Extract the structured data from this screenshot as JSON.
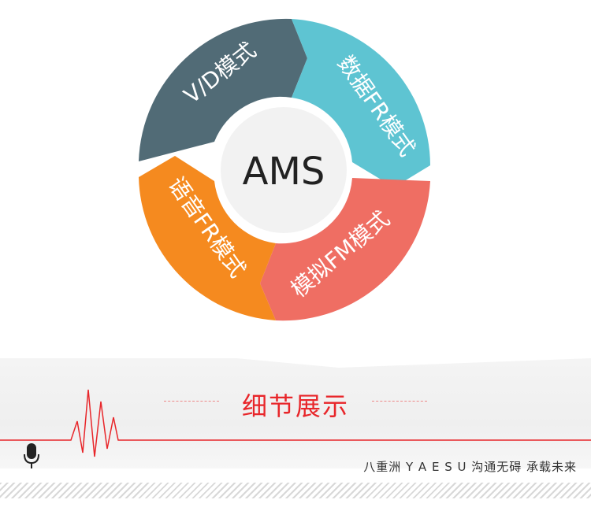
{
  "diagram": {
    "center_label": "AMS",
    "segments": [
      {
        "label": "V/D模式",
        "color": "#516b76"
      },
      {
        "label": "数据FR模式",
        "color": "#5ec4d2"
      },
      {
        "label": "模拟FM模式",
        "color": "#ef6e63"
      },
      {
        "label": "语音FR模式",
        "color": "#f58a1f"
      }
    ]
  },
  "banner": {
    "title": "细节展示",
    "slogan": "八重洲 Y A E S U   沟通无碍  承载未来",
    "accent_color": "#e8262a",
    "icon": "microphone-icon"
  }
}
